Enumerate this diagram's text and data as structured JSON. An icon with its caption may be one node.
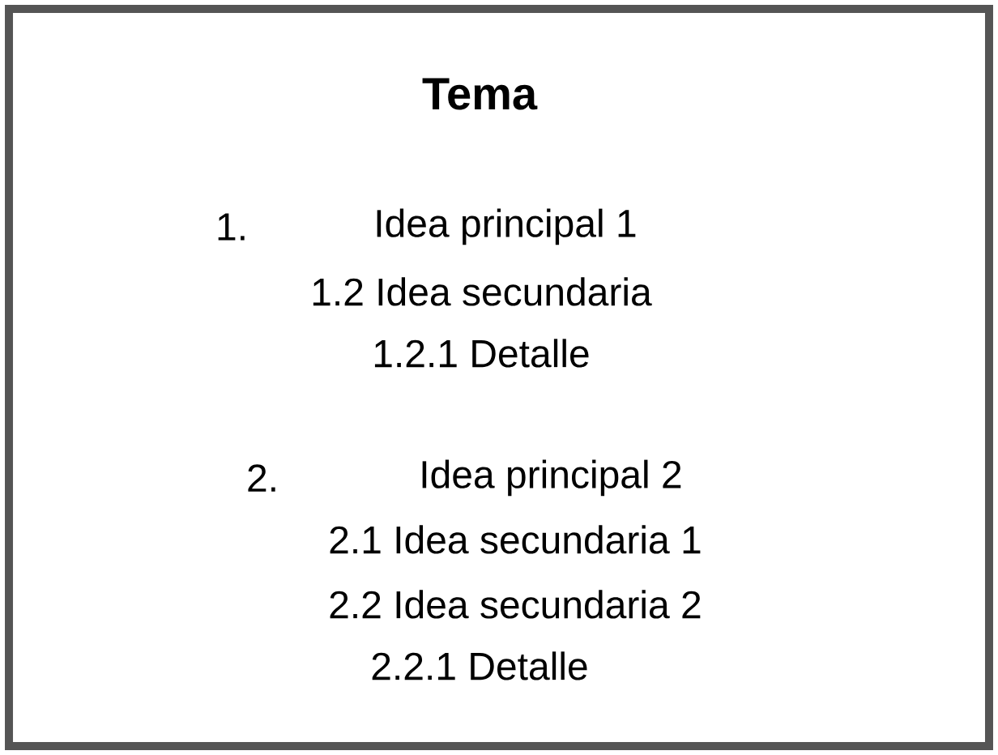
{
  "diagram": {
    "title": "Tema",
    "labels": [
      "1.",
      "Idea principal 1",
      "1.2 Idea secundaria",
      "1.2.1 Detalle",
      "2.",
      "Idea principal 2",
      "2.1 Idea secundaria 1",
      "2.2 Idea secundaria 2",
      "2.2.1 Detalle"
    ]
  }
}
